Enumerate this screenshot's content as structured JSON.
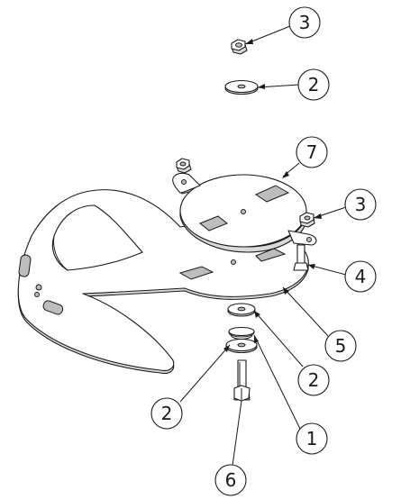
{
  "callouts": [
    {
      "id": "c1",
      "label": "3"
    },
    {
      "id": "c2",
      "label": "2"
    },
    {
      "id": "c3",
      "label": "7"
    },
    {
      "id": "c4",
      "label": "3"
    },
    {
      "id": "c5",
      "label": "4"
    },
    {
      "id": "c6",
      "label": "5"
    },
    {
      "id": "c7",
      "label": "2"
    },
    {
      "id": "c8",
      "label": "2"
    },
    {
      "id": "c9",
      "label": "1"
    },
    {
      "id": "c10",
      "label": "6"
    }
  ]
}
